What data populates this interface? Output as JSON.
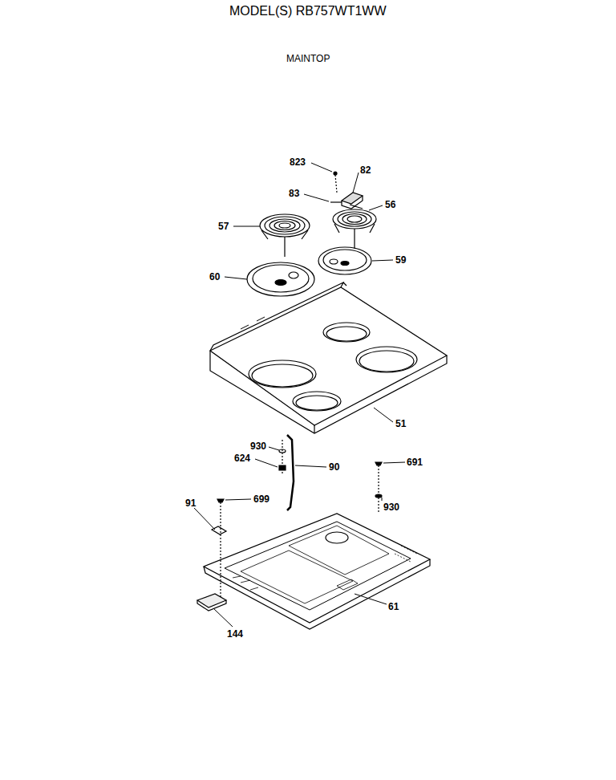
{
  "diagram": {
    "title": "MODEL(S) RB757WT1WW",
    "labels": [
      "MAINTOP",
      "823",
      "82",
      "83",
      "56",
      "57",
      "60",
      "59",
      "51",
      "930",
      "624",
      "90",
      "691",
      "91",
      "699",
      "930",
      "61",
      "144"
    ]
  }
}
